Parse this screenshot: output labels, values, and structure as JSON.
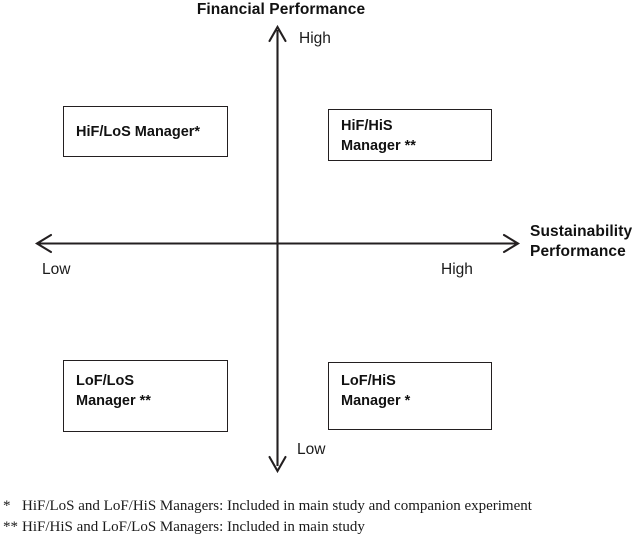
{
  "diagram": {
    "type": "two-by-two-matrix",
    "vertical_axis": {
      "title": "Financial Performance",
      "high_label": "High",
      "low_label": "Low"
    },
    "horizontal_axis": {
      "title_line1": "Sustainability",
      "title_line2": "Performance",
      "low_label": "Low",
      "high_label": "High"
    },
    "quadrants": [
      {
        "id": "top-left",
        "label": "HiF/LoS Manager*",
        "financial": "High",
        "sustainability": "Low"
      },
      {
        "id": "top-right",
        "label": "HiF/HiS\nManager **",
        "financial": "High",
        "sustainability": "High"
      },
      {
        "id": "bottom-left",
        "label": "LoF/LoS\nManager **",
        "financial": "Low",
        "sustainability": "Low"
      },
      {
        "id": "bottom-right",
        "label": "LoF/HiS\nManager *",
        "financial": "Low",
        "sustainability": "High"
      }
    ],
    "footnotes": [
      {
        "marker": "*",
        "text": "HiF/LoS and LoF/HiS Managers: Included in main study and companion experiment"
      },
      {
        "marker": "**",
        "text": "HiF/HiS and LoF/LoS Managers: Included in main study"
      }
    ],
    "colors": {
      "line": "#231f20",
      "text": "#1a1a1a",
      "background": "#ffffff"
    }
  }
}
